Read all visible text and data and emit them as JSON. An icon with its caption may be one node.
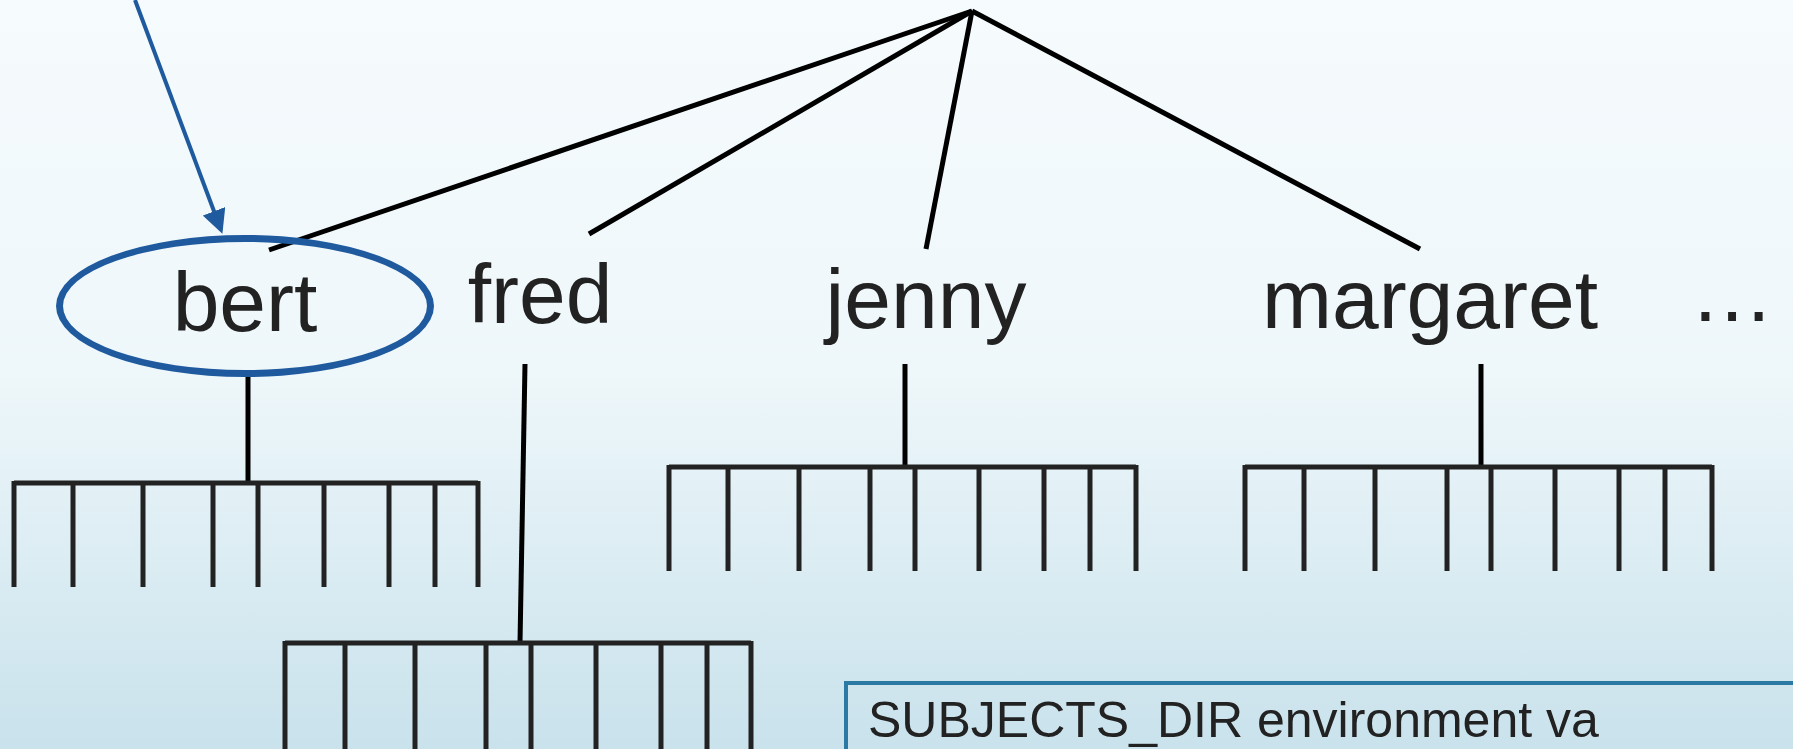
{
  "diagram": {
    "nodes": [
      {
        "text": [
          "bert"
        ]
      },
      {
        "text": [
          "fred"
        ]
      },
      {
        "text": [
          "jenny"
        ]
      },
      {
        "text": [
          "margaret"
        ]
      },
      {
        "text": [],
        "shape": "comb"
      },
      {
        "text": [],
        "shape": "comb"
      },
      {
        "text": [],
        "shape": "comb"
      },
      {
        "text": [],
        "shape": "comb"
      },
      {
        "text": [
          "SUBJECTS_DIR environment va"
        ]
      }
    ],
    "edges": [
      {
        "from": null,
        "to": 0,
        "arrow": "to",
        "color": "#1f5a9e"
      },
      {
        "from": null,
        "to": 0,
        "arrow": "none"
      },
      {
        "from": null,
        "to": 1,
        "arrow": "none"
      },
      {
        "from": null,
        "to": 2,
        "arrow": "none"
      },
      {
        "from": null,
        "to": 3,
        "arrow": "none"
      },
      {
        "from": 0,
        "to": 4,
        "arrow": "none"
      },
      {
        "from": 1,
        "to": 5,
        "arrow": "none"
      },
      {
        "from": 2,
        "to": 6,
        "arrow": "none"
      },
      {
        "from": 3,
        "to": 7,
        "arrow": "none"
      }
    ],
    "labels": [
      "…"
    ]
  }
}
